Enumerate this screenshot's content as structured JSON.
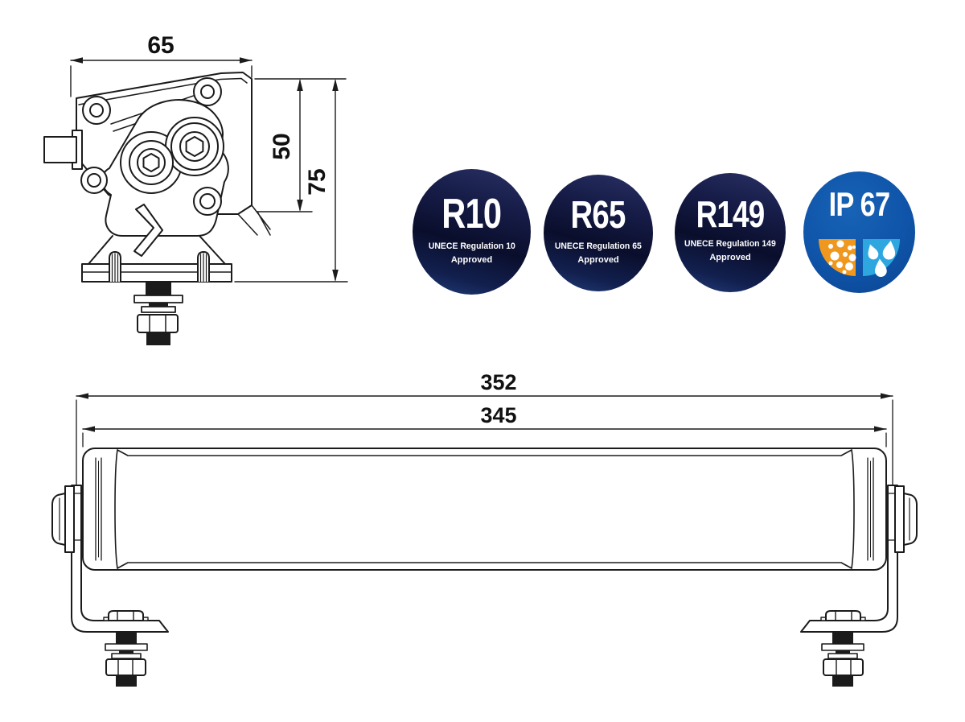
{
  "side_view": {
    "dim_width": "65",
    "dim_lens_height": "50",
    "dim_overall_height": "75"
  },
  "front_view": {
    "dim_overall_length": "352",
    "dim_body_length": "345"
  },
  "badges": {
    "r10": {
      "title": "R10",
      "subtitle": "UNECE Regulation 10",
      "status": "Approved"
    },
    "r65": {
      "title": "R65",
      "subtitle": "UNECE Regulation 65",
      "status": "Approved"
    },
    "r149": {
      "title": "R149",
      "subtitle": "UNECE Regulation 149",
      "status": "Approved"
    },
    "ip67": {
      "title": "IP 67"
    }
  },
  "colors": {
    "line": "#1b1b1b",
    "badge_navy_top": "#2a3265",
    "badge_navy_bottom": "#0a0e2c",
    "badge_navy_glow": "#23407e",
    "ip67_blue": "#0f54a8",
    "ip67_orange": "#f0981e",
    "ip67_light_blue": "#2ea7e0"
  }
}
